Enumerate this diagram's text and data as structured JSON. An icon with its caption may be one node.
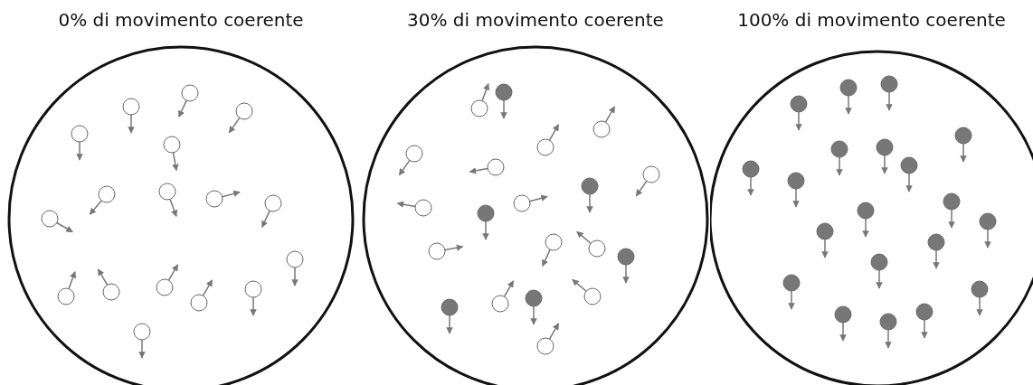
{
  "diagram": {
    "nodes": [
      {
        "text": [
          "0% di movimento coerente"
        ]
      },
      {
        "text": [
          "30% di movimento coerente"
        ]
      },
      {
        "text": [
          "100% di movimento coerente"
        ]
      }
    ]
  }
}
